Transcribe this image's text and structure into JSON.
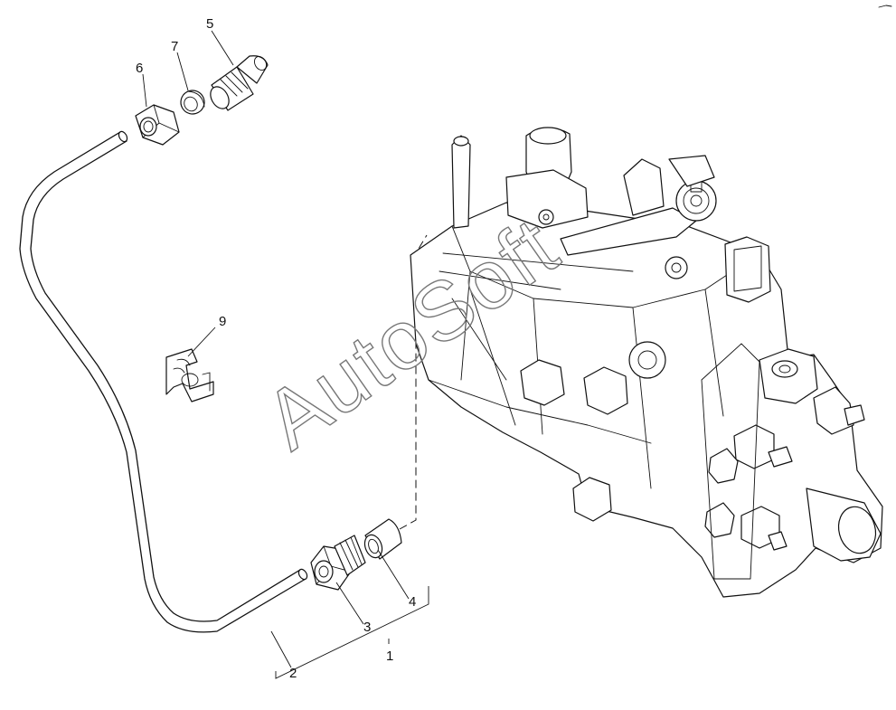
{
  "diagram": {
    "callouts": [
      {
        "id": "c5",
        "text": "5"
      },
      {
        "id": "c7",
        "text": "7"
      },
      {
        "id": "c6",
        "text": "6"
      },
      {
        "id": "c9",
        "text": "9"
      },
      {
        "id": "c4",
        "text": "4"
      },
      {
        "id": "c3",
        "text": "3"
      },
      {
        "id": "c1",
        "text": "1"
      },
      {
        "id": "c2",
        "text": "2"
      }
    ]
  },
  "watermark": {
    "text": "AutoSoft"
  }
}
